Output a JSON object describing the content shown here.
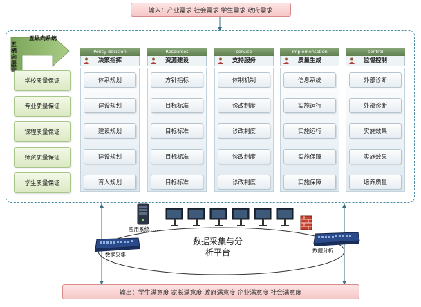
{
  "input": {
    "label": "输入：产业需求 社会需求 学生需求 政府需求"
  },
  "output": {
    "label": "输出：学生满意度 家长满意度 政府满意度 企业满意度 社会满意度"
  },
  "framework": {
    "vertical_label": "五纵向系统",
    "horizontal_label": "五横向层面"
  },
  "rows": [
    {
      "label": "学校质量保证"
    },
    {
      "label": "专业质量保证"
    },
    {
      "label": "课程质量保证"
    },
    {
      "label": "师资质量保证"
    },
    {
      "label": "学生质量保证"
    }
  ],
  "columns": [
    {
      "en": "Policy decision",
      "cn": "决策指挥",
      "cells": [
        "体系规划",
        "建设规划",
        "建设规划",
        "建设规划",
        "育人规划"
      ]
    },
    {
      "en": "Resources",
      "cn": "资源建设",
      "cells": [
        "方针指标",
        "目标标准",
        "目标标准",
        "目标标准",
        "目标标准"
      ]
    },
    {
      "en": "service",
      "cn": "支持服务",
      "cells": [
        "体制机制",
        "诊改制度",
        "诊改制度",
        "诊改制度",
        "诊改制度"
      ]
    },
    {
      "en": "Implementation",
      "cn": "质量生成",
      "cells": [
        "信息系统",
        "实施运行",
        "实施运行",
        "实施保障",
        "实施保障"
      ]
    },
    {
      "en": "control",
      "cn": "监督控制",
      "cells": [
        "外部诊断",
        "外部诊断",
        "实施效果",
        "实施效果",
        "培养质量"
      ]
    }
  ],
  "platform": {
    "title": "数据采集与分析平台",
    "app_system_label": "应用系统",
    "collect_label": "数据采集",
    "analysis_label": "数据分析"
  },
  "colors": {
    "accent_green": "#6e8f5d",
    "frame_blue": "#4e8fa6",
    "io_pink": "#f6c7c7"
  }
}
